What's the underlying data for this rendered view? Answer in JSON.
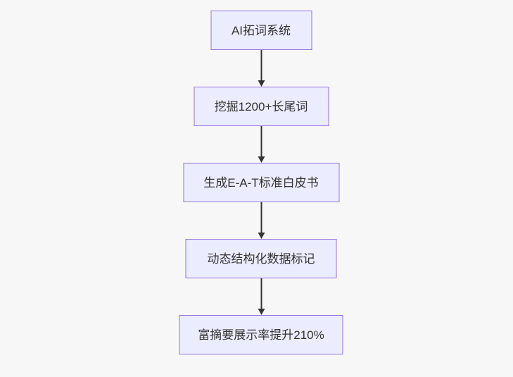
{
  "diagram": {
    "type": "flowchart",
    "direction": "top-down",
    "nodes": [
      {
        "id": "A",
        "label": "AI拓词系统"
      },
      {
        "id": "B",
        "label": "挖掘1200+长尾词"
      },
      {
        "id": "C",
        "label": "生成E-A-T标准白皮书"
      },
      {
        "id": "D",
        "label": "动态结构化数据标记"
      },
      {
        "id": "E",
        "label": "富摘要展示率提升210%"
      }
    ],
    "edges": [
      {
        "from": "A",
        "to": "B"
      },
      {
        "from": "B",
        "to": "C"
      },
      {
        "from": "C",
        "to": "D"
      },
      {
        "from": "D",
        "to": "E"
      }
    ],
    "colors": {
      "node_fill": "#ECECFF",
      "node_border": "#9370DB",
      "arrow": "#333333",
      "text": "#333333",
      "background": "#f7f7f7"
    }
  }
}
